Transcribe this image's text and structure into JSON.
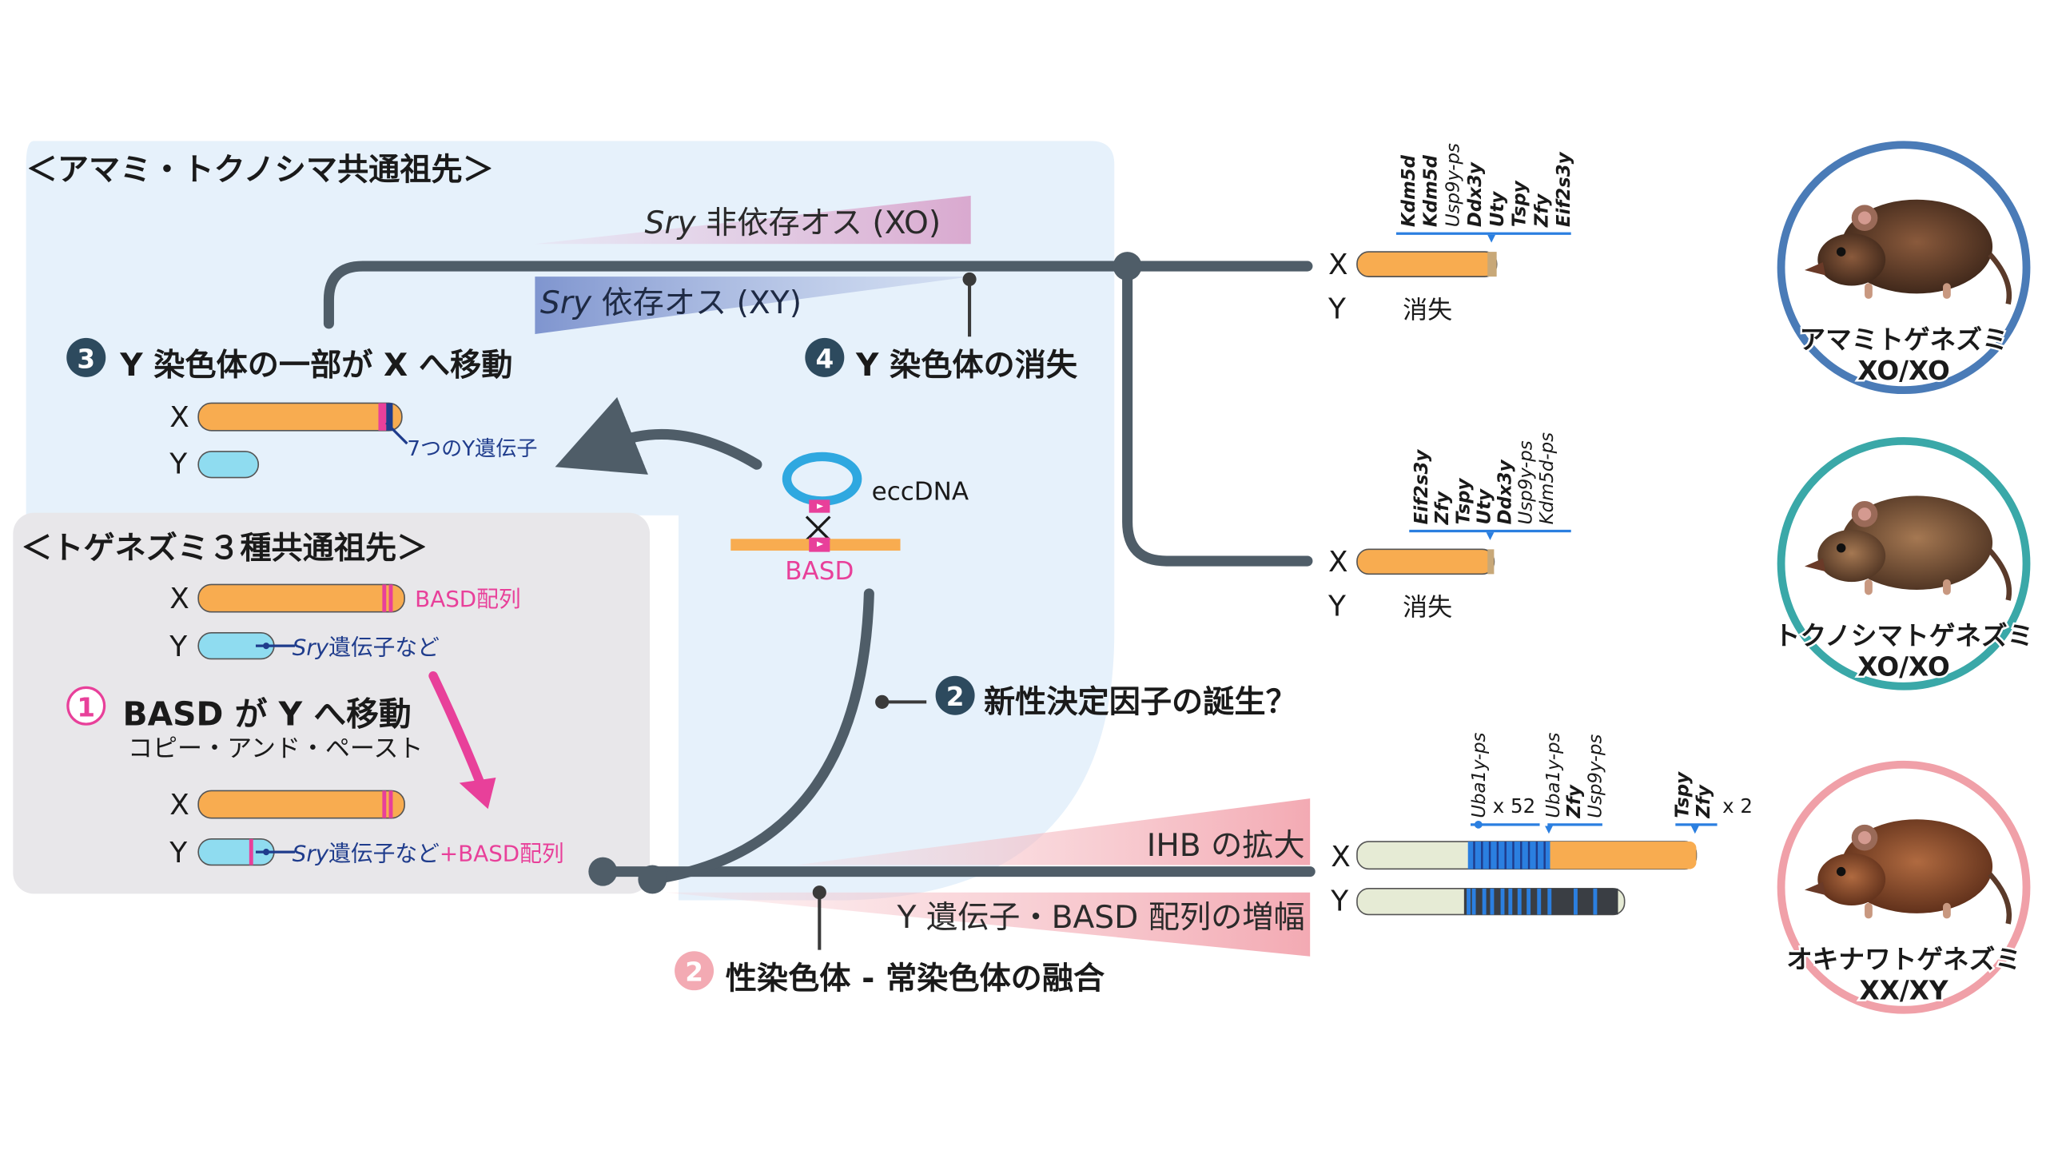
{
  "panels": {
    "ancestor_am_tok": "＜アマミ・トクノシマ共通祖先＞",
    "ancestor_three": "＜トゲネズミ３種共通祖先＞"
  },
  "wedges": {
    "xo_italic": "Sry",
    "xo_rest": " 非依存オス (XO)",
    "xy_italic": "Sry",
    "xy_rest": " 依存オス (XY)",
    "ihb": "IHB の拡大",
    "amp": "Y 遺伝子・BASD 配列の増幅"
  },
  "steps": {
    "s1_num": "1",
    "s1_title": "BASD が Y へ移動",
    "s1_sub": "コピー・アンド・ペースト",
    "s2a_num": "2",
    "s2a_text": "新性決定因子の誕生？",
    "s2b_num": "2",
    "s2b_text": "性染色体 - 常染色体の融合",
    "s3_num": "3",
    "s3_text": "Y 染色体の一部が X へ移動",
    "s4_num": "4",
    "s4_text": "Y 染色体の消失"
  },
  "chrom": {
    "x": "X",
    "y": "Y",
    "seven_y_genes": "7つのY遺伝子",
    "basd_seq": "BASD配列",
    "sry_italic": "Sry",
    "sry_rest": "遺伝子など",
    "plus_basd": "+BASD配列",
    "eccdna": "eccDNA",
    "basd": "BASD",
    "lost": "消失"
  },
  "genes": {
    "amami": [
      "Kdm5d",
      "Kdm5d",
      "Usp9y-ps",
      "Ddx3y",
      "Uty",
      "Tspy",
      "Zfy",
      "Eif2s3y"
    ],
    "tokuno": [
      "Eif2s3y",
      "Zfy",
      "Tspy",
      "Uty",
      "Ddx3y",
      "Usp9y-ps",
      "Kdm5d-ps"
    ],
    "okinawa_g1": "Uba1y-ps",
    "okinawa_g2": [
      "Uba1y-ps",
      "Zfy",
      "Usp9y-ps"
    ],
    "okinawa_g3": [
      "Tspy",
      "Zfy"
    ],
    "x52": "x 52",
    "x2": "x 2"
  },
  "species": [
    {
      "name": "アマミトゲネズミ",
      "karyotype": "XO/XO",
      "ring": "#4a7bb7"
    },
    {
      "name": "トクノシマトゲネズミ",
      "karyotype": "XO/XO",
      "ring": "#3aa8a8"
    },
    {
      "name": "オキナワトゲネズミ",
      "karyotype": "XX/XY",
      "ring": "#f0a0a8"
    }
  ],
  "colors": {
    "tree": "#4f5d68",
    "orange": "#f8ac50",
    "cyan": "#8fdcf0",
    "pink": "#e8409a",
    "blue": "#2b7fe0",
    "navy": "#1f3c8c",
    "beige": "#e6ebd5",
    "panel_blue": "#e6f1fb",
    "panel_gray": "#e8e7ea"
  }
}
